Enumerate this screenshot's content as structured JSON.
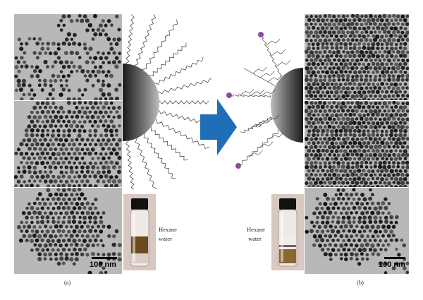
{
  "left_figure": {
    "scale_bar_label": "100 nm",
    "vial_labels": [
      "Hexane",
      "water"
    ],
    "caption": "(a)"
  },
  "right_figure": {
    "scale_bar_label": "100 nm",
    "vial_labels": [
      "Hexane",
      "water"
    ],
    "caption": "(b)"
  },
  "arrow": {
    "direction": "right",
    "color": "#1f6fb8"
  },
  "colors": {
    "tem_background": "#bdbdbd",
    "particle": "#2a2a2a",
    "ligand_end": "#8e4a9c"
  }
}
